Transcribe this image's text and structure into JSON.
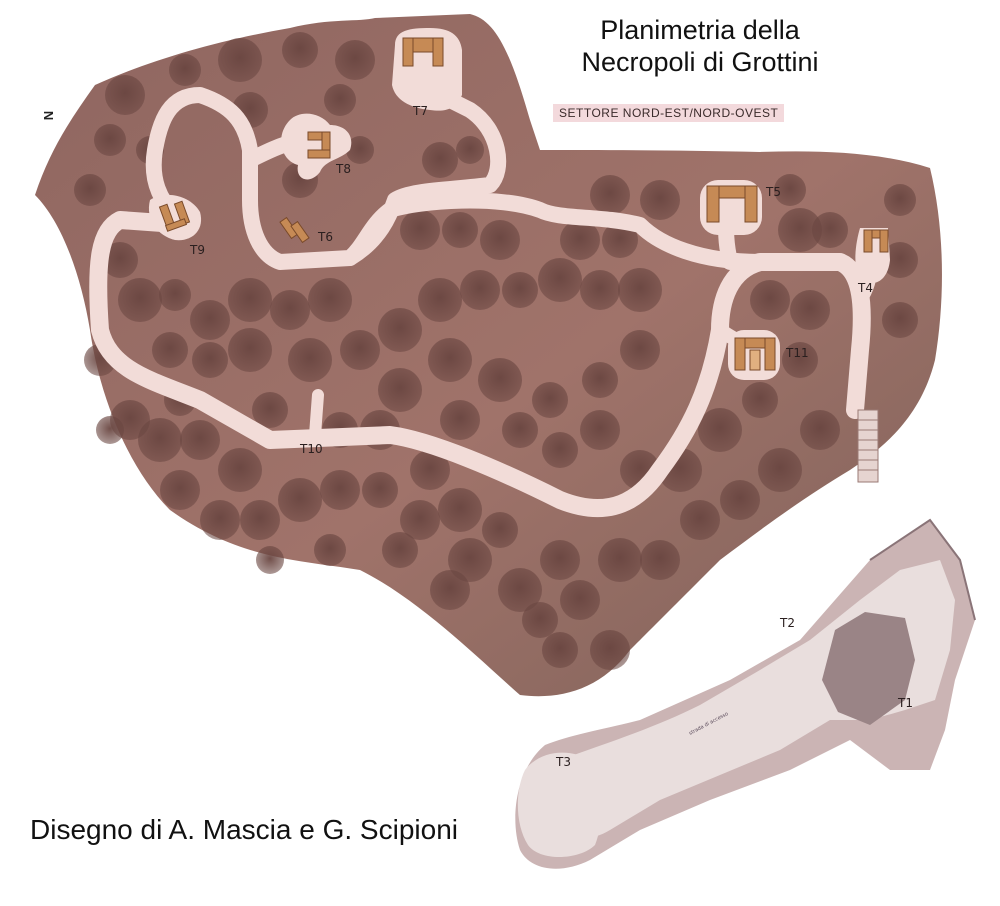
{
  "title_line1": "Planimetria della",
  "title_line2": "Necropoli di Grottini",
  "subtitle": "SETTORE NORD-EST/NORD-OVEST",
  "credit": "Disegno di A. Mascia e G. Scipioni",
  "north_marker": "N",
  "road_label": "strada di accesso",
  "tombs": {
    "t1": "T1",
    "t2": "T2",
    "t3": "T3",
    "t4": "T4",
    "t5": "T5",
    "t6": "T6",
    "t7": "T7",
    "t8": "T8",
    "t9": "T9",
    "t10": "T10",
    "t11": "T11"
  },
  "colors": {
    "terrain": "#9c7066",
    "terrain_dark": "#7d5850",
    "tree": "#6e4a45",
    "path": "#f2dcd8",
    "tomb": "#c68a55",
    "lower_sector": "#cbb4b4",
    "lower_path": "#e9dedd",
    "rock": "#9a8486"
  }
}
